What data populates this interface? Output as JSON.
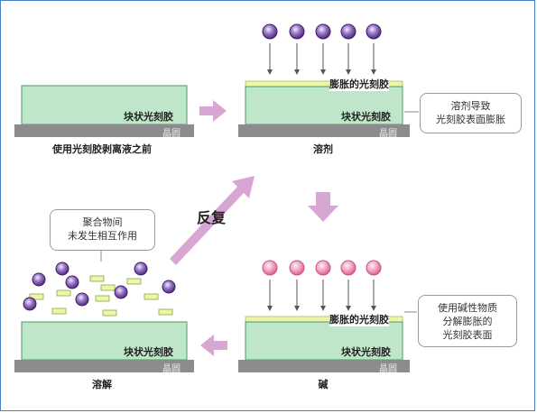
{
  "panels": {
    "before": {
      "block_label": "块状光刻胶",
      "wafer_label": "晶圆",
      "caption": "使用光刻胶剥离液之前"
    },
    "solvent": {
      "swell_label": "膨胀的光刻胶",
      "block_label": "块状光刻胶",
      "wafer_label": "晶圆",
      "caption": "溶剂"
    },
    "alkali": {
      "swell_label": "膨胀的光刻胶",
      "block_label": "块状光刻胶",
      "wafer_label": "晶圆",
      "caption": "碱"
    },
    "dissolve": {
      "block_label": "块状光刻胶",
      "wafer_label": "晶圆",
      "caption": "溶解"
    }
  },
  "callouts": {
    "solvent_line1": "溶剂导致",
    "solvent_line2": "光刻胶表面膨胀",
    "alkali_line1": "使用碱性物质",
    "alkali_line2": "分解膨胀的",
    "alkali_line3": "光刻胶表面",
    "polymer_line1": "聚合物间",
    "polymer_line2": "未发生相互作用"
  },
  "reverse_label": "反复",
  "colors": {
    "resist_green": "#bfe6c9",
    "resist_border": "#4c9a64",
    "wafer_gray": "#8c8c8c",
    "swell_yellow": "#eef5a6",
    "arrow_pink": "#d8a6d2",
    "solvent_molecule": "#6a3c9b",
    "alkali_molecule": "#f08fb6",
    "frame_blue": "#4a7fd0"
  }
}
